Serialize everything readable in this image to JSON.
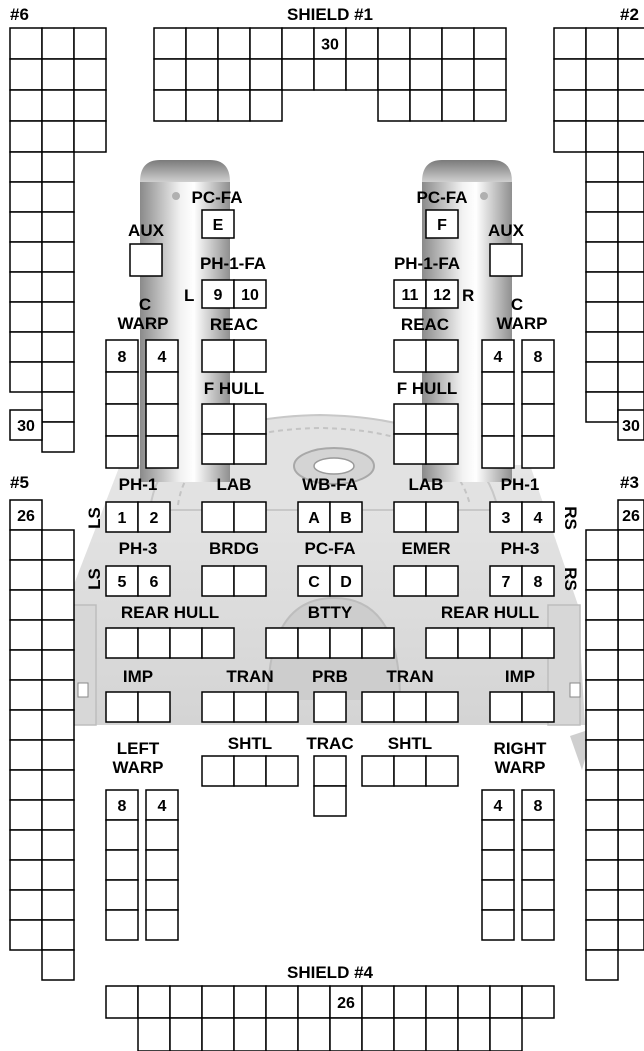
{
  "shields": {
    "s1": {
      "label": "SHIELD #1",
      "value": "30"
    },
    "s2": {
      "label": "#2",
      "value": "30"
    },
    "s3": {
      "label": "#3",
      "value": "26"
    },
    "s4": {
      "label": "SHIELD #4",
      "value": "26"
    },
    "s5": {
      "label": "#5",
      "value": "26"
    },
    "s6": {
      "label": "#6",
      "value": "30"
    }
  },
  "ship": {
    "pc_fa": "PC-FA",
    "aux": "AUX",
    "ph1_fa": "PH-1-FA",
    "c_warp_top": "C",
    "c_warp_bottom": "WARP",
    "reac": "REAC",
    "f_hull": "F HULL",
    "ph1": "PH-1",
    "lab": "LAB",
    "wb_fa": "WB-FA",
    "ph3": "PH-3",
    "brdg": "BRDG",
    "emer": "EMER",
    "rear_hull": "REAR HULL",
    "btty": "BTTY",
    "imp": "IMP",
    "tran": "TRAN",
    "prb": "PRB",
    "shtl": "SHTL",
    "trac": "TRAC",
    "left_warp_top": "LEFT",
    "right_warp_top": "RIGHT",
    "ls": "LS",
    "rs": "RS",
    "l": "L",
    "r": "R"
  },
  "box_text": {
    "pcfa_left": "E",
    "pcfa_right": "F",
    "ph1fa": [
      "9",
      "10",
      "11",
      "12"
    ],
    "cwarp": [
      "8",
      "4",
      "4",
      "8"
    ],
    "ph1": [
      "1",
      "2",
      "3",
      "4"
    ],
    "ph3": [
      "5",
      "6",
      "7",
      "8"
    ],
    "wbfa": [
      "A",
      "B"
    ],
    "pcfa_center": [
      "C",
      "D"
    ],
    "left_warp": [
      "8",
      "4"
    ],
    "right_warp": [
      "4",
      "8"
    ]
  }
}
